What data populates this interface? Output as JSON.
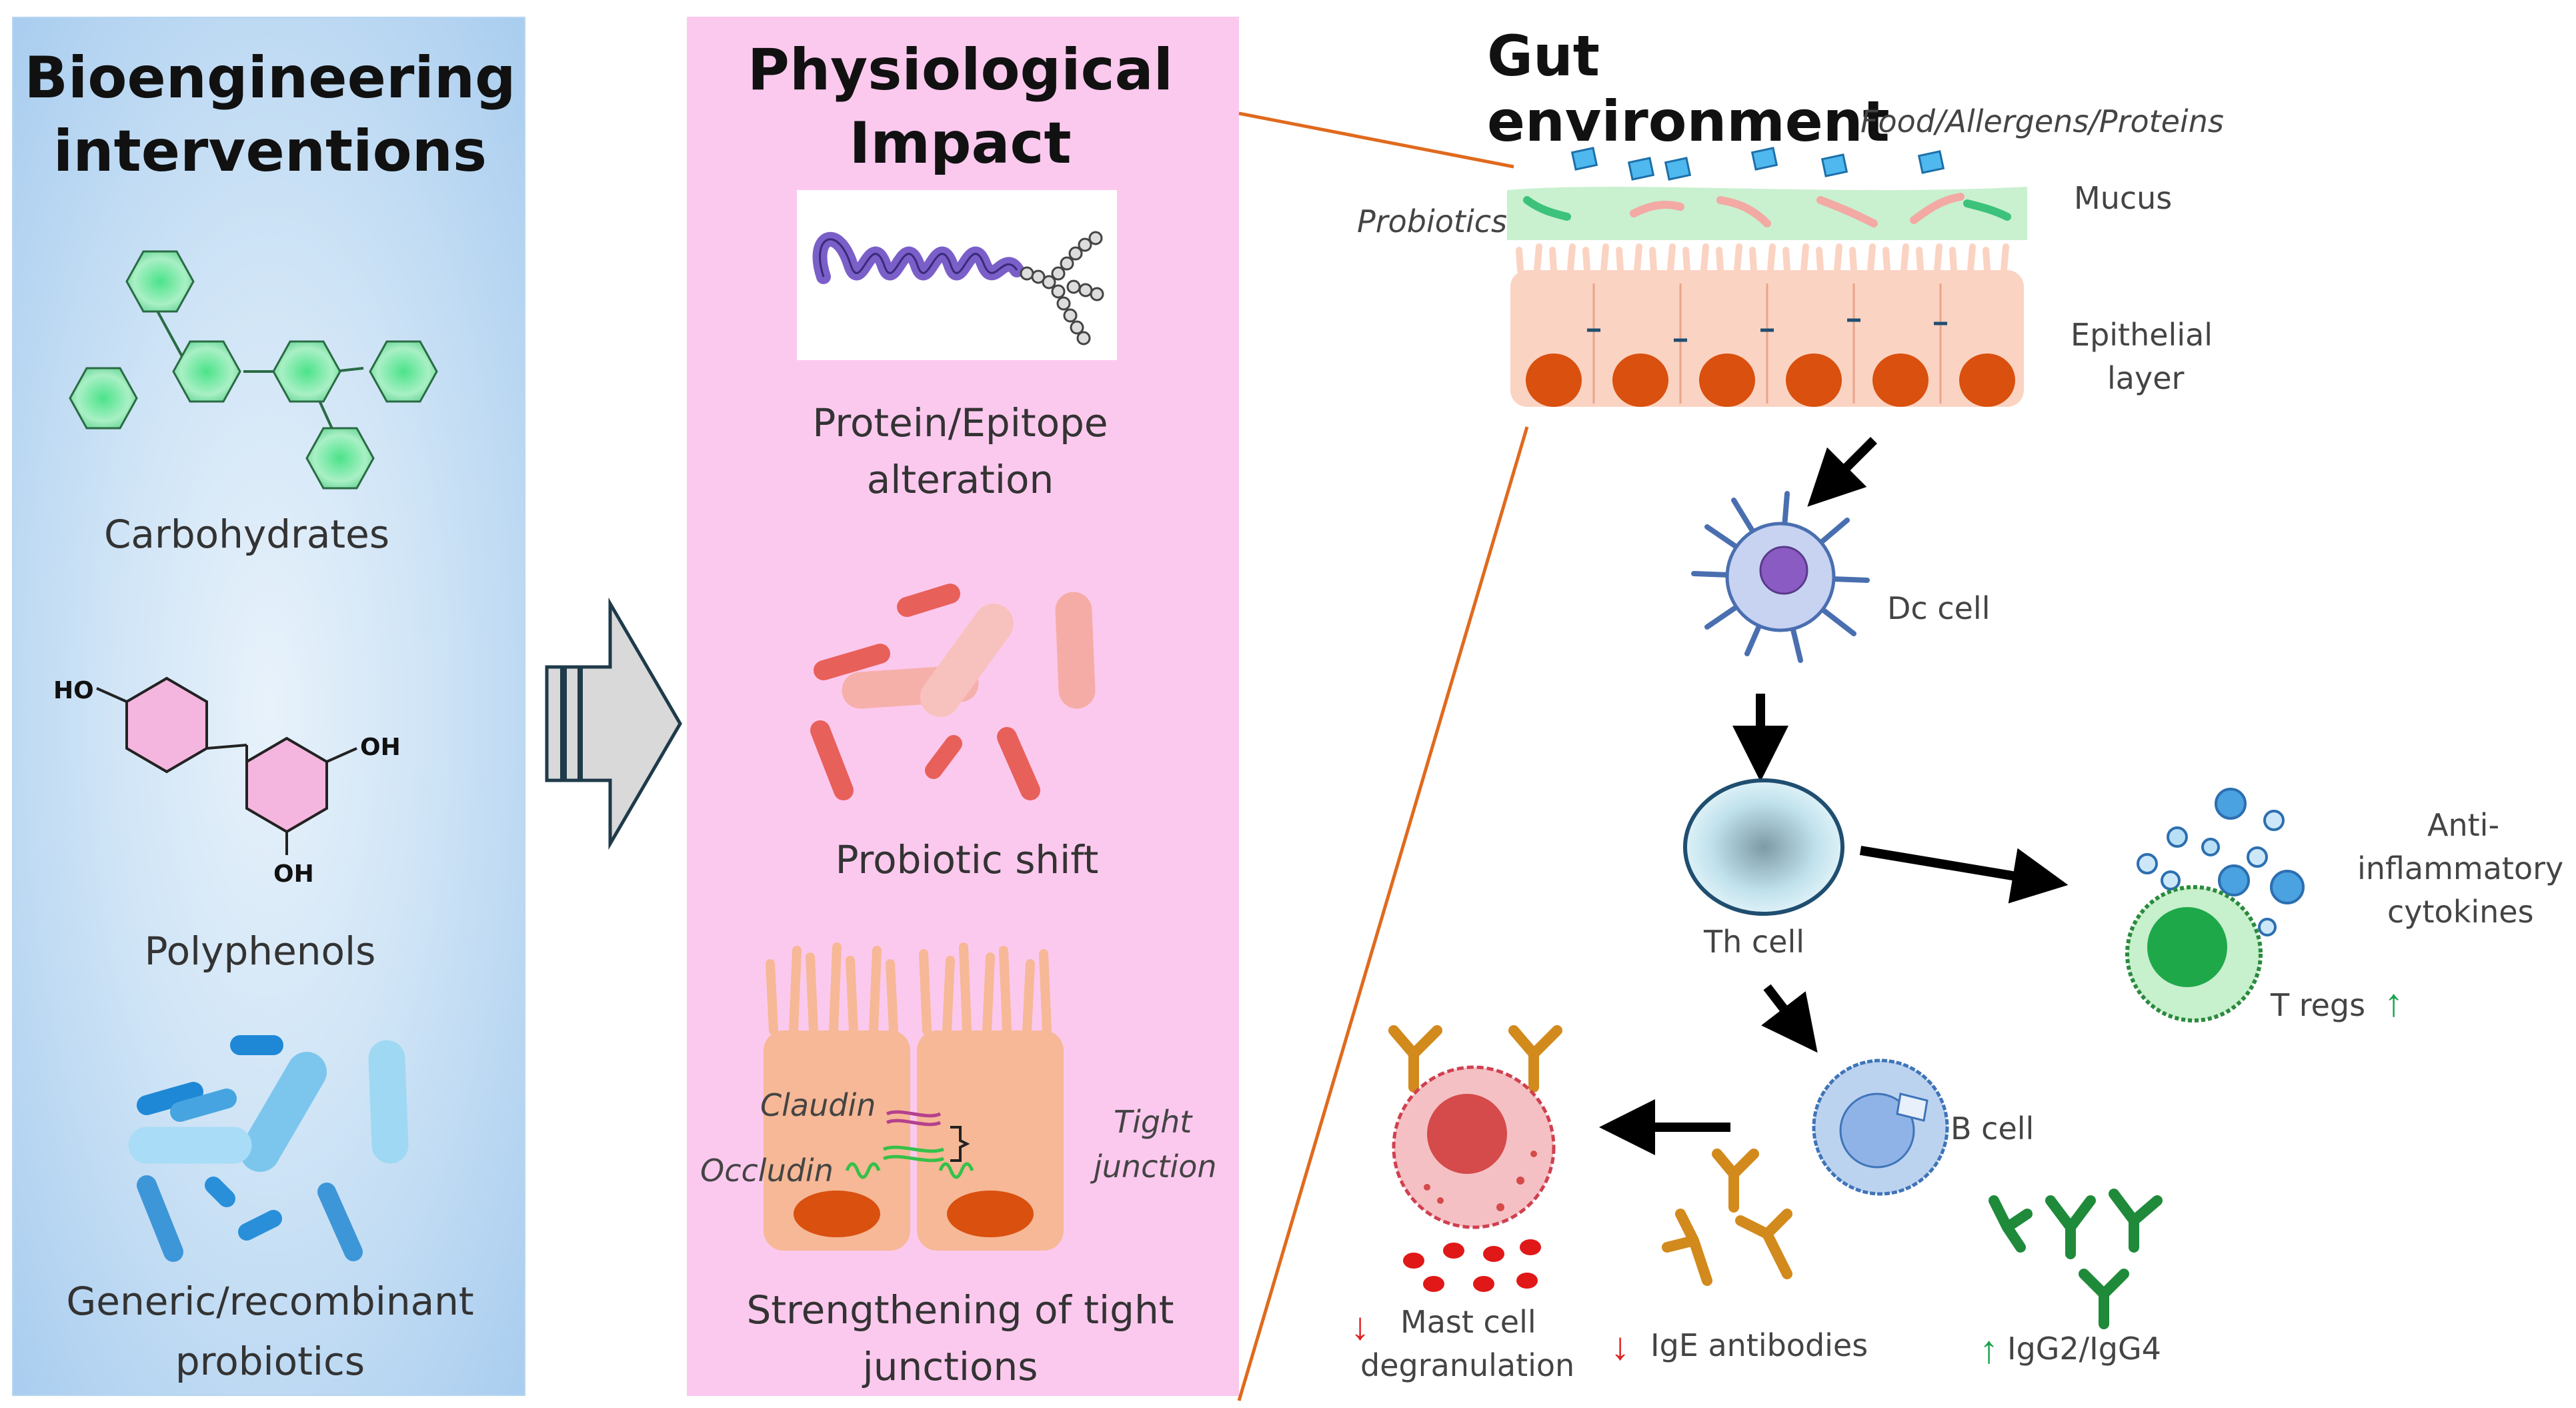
{
  "left_panel": {
    "title_line1": "Bioengineering",
    "title_line2": "interventions",
    "items": [
      {
        "label": "Carbohydrates",
        "icon": "hexagon-chain-icon"
      },
      {
        "label": "Polyphenols",
        "icon": "resveratrol-structure-icon"
      },
      {
        "label_line1": "Generic/recombinant",
        "label_line2": "probiotics",
        "icon": "blue-bacteria-icon"
      }
    ],
    "chem_labels": {
      "ho_top": "HO",
      "oh_right": "OH",
      "oh_bottom": "OH"
    }
  },
  "middle_panel": {
    "title_line1": "Physiological",
    "title_line2": "Impact",
    "items": [
      {
        "label_line1": "Protein/Epitope",
        "label_line2": "alteration"
      },
      {
        "label": "Probiotic shift"
      },
      {
        "label_line1": "Strengthening of tight",
        "label_line2": "junctions"
      }
    ],
    "junction_labels": {
      "claudin": "Claudin",
      "occludin": "Occludin",
      "tight_line1": "Tight",
      "tight_line2": "junction"
    }
  },
  "right_panel": {
    "title": "Gut environment",
    "food": "Food/Allergens/Proteins",
    "probiotics": "Probiotics",
    "mucus": "Mucus",
    "epithelial_line1": "Epithelial",
    "epithelial_line2": "layer",
    "dc_cell": "Dc cell",
    "th_cell": "Th cell",
    "b_cell": "B cell",
    "tregs": "T regs",
    "anti_line1": "Anti-",
    "anti_line2": "inflammatory",
    "anti_line3": "cytokines",
    "mast_line1": "Mast cell",
    "mast_line2": "degranulation",
    "ige": "IgE antibodies",
    "igg": "IgG2/IgG4"
  },
  "colors": {
    "arrow_up": "#17a34a",
    "arrow_down": "#e02020",
    "connector": "#e06a1e"
  }
}
